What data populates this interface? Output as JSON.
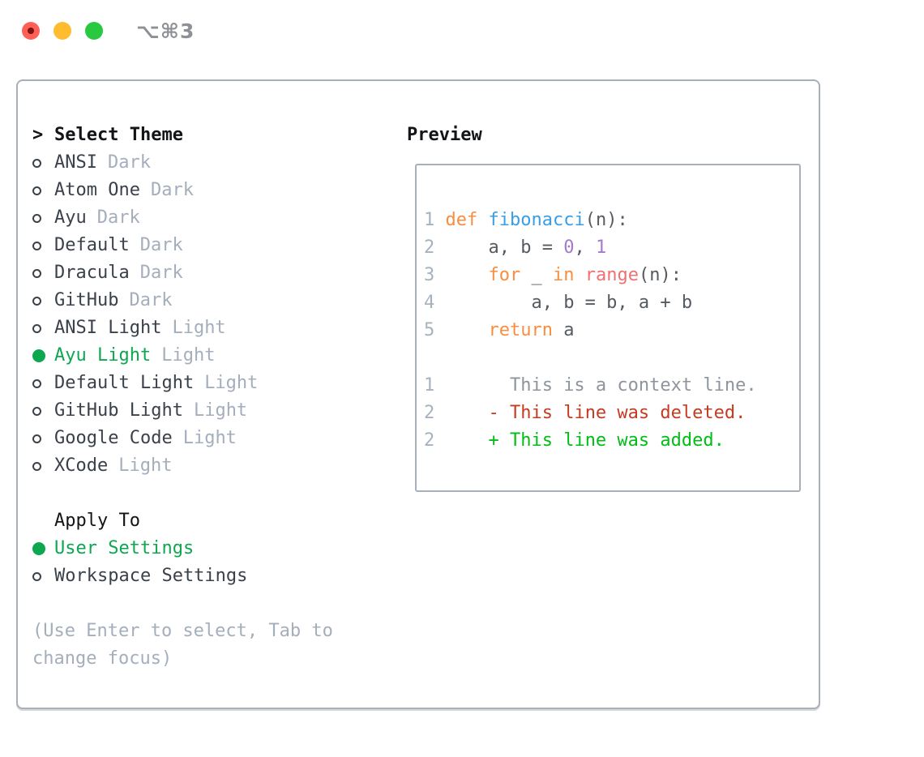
{
  "window": {
    "title": "⌥⌘3"
  },
  "colors": {
    "traffic_red": "#FF5F57",
    "traffic_red_dot": "#7A150D",
    "traffic_yellow": "#FEBC2E",
    "traffic_green": "#28C840",
    "title_gray": "#8D9095",
    "border_gray": "#A9B0B9",
    "header_black": "#121417",
    "text_dark": "#3A414B",
    "muted_gray": "#A4AEBC",
    "selection_green": "#0DA750",
    "line_number_gray": "#A6B2BF",
    "code_fg": "#555B61",
    "keyword_orange": "#FA8D3E",
    "function_blue": "#399EE6",
    "builtin_coral": "#F07171",
    "number_purple": "#A37ACC",
    "context_gray": "#8E959D",
    "deleted_red": "#C53B22",
    "added_green": "#00BE16"
  },
  "theme_picker": {
    "header_prompt": ">",
    "header": "Select Theme",
    "items": [
      {
        "name": "ANSI",
        "tag": "Dark",
        "selected": false
      },
      {
        "name": "Atom One",
        "tag": "Dark",
        "selected": false
      },
      {
        "name": "Ayu",
        "tag": "Dark",
        "selected": false
      },
      {
        "name": "Default",
        "tag": "Dark",
        "selected": false
      },
      {
        "name": "Dracula",
        "tag": "Dark",
        "selected": false
      },
      {
        "name": "GitHub",
        "tag": "Dark",
        "selected": false
      },
      {
        "name": "ANSI Light",
        "tag": "Light",
        "selected": false
      },
      {
        "name": "Ayu Light",
        "tag": "Light",
        "selected": true
      },
      {
        "name": "Default Light",
        "tag": "Light",
        "selected": false
      },
      {
        "name": "GitHub Light",
        "tag": "Light",
        "selected": false
      },
      {
        "name": "Google Code",
        "tag": "Light",
        "selected": false
      },
      {
        "name": "XCode",
        "tag": "Light",
        "selected": false
      }
    ]
  },
  "apply_to": {
    "header": "Apply To",
    "options": [
      {
        "label": "User Settings",
        "selected": true
      },
      {
        "label": "Workspace Settings",
        "selected": false
      }
    ]
  },
  "help_text": "(Use Enter to select, Tab to change focus)",
  "preview": {
    "header": "Preview",
    "lines": [
      {
        "num": "1",
        "segments": [
          {
            "t": " "
          },
          {
            "t": "def"
          },
          {
            "t": " "
          },
          {
            "t": "fibonacci"
          },
          {
            "t": "(n):"
          }
        ]
      },
      {
        "num": "2",
        "segments": [
          {
            "t": "     a, b = "
          },
          {
            "t": "0"
          },
          {
            "t": ", "
          },
          {
            "t": "1"
          }
        ]
      },
      {
        "num": "3",
        "segments": [
          {
            "t": "     "
          },
          {
            "t": "for"
          },
          {
            "t": " _ "
          },
          {
            "t": "in"
          },
          {
            "t": " "
          },
          {
            "t": "range"
          },
          {
            "t": "(n):"
          }
        ]
      },
      {
        "num": "4",
        "segments": [
          {
            "t": "         a, b = b, a + b"
          }
        ]
      },
      {
        "num": "5",
        "segments": [
          {
            "t": "     "
          },
          {
            "t": "return"
          },
          {
            "t": " a"
          }
        ]
      },
      {
        "num": "",
        "segments": []
      },
      {
        "num": "1",
        "segments": [
          {
            "t": "       This is a context line."
          }
        ]
      },
      {
        "num": "2",
        "segments": [
          {
            "t": "     "
          },
          {
            "t": "- This line was deleted."
          }
        ]
      },
      {
        "num": "2",
        "segments": [
          {
            "t": "     "
          },
          {
            "t": "+ This line was added."
          }
        ]
      }
    ]
  }
}
